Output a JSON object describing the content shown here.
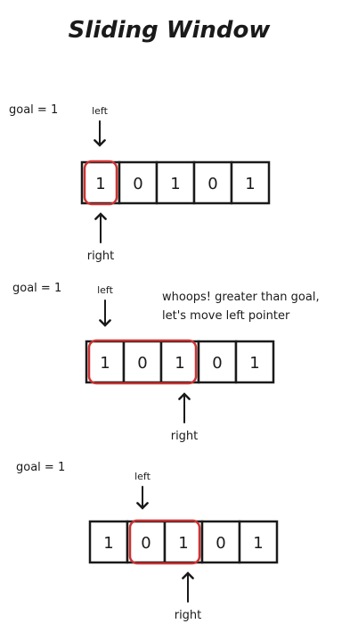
{
  "title": "Sliding Window",
  "colors": {
    "ink": "#1a1a1a",
    "window_highlight": "#cc3333",
    "background": "#ffffff"
  },
  "steps": [
    {
      "goal_label": "goal = 1",
      "cells": [
        "1",
        "0",
        "1",
        "0",
        "1"
      ],
      "window": [
        0,
        0
      ],
      "left_label": "left",
      "right_label": "right",
      "note": []
    },
    {
      "goal_label": "goal = 1",
      "cells": [
        "1",
        "0",
        "1",
        "0",
        "1"
      ],
      "window": [
        0,
        2
      ],
      "left_label": "left",
      "right_label": "right",
      "note": [
        "whoops! greater than goal,",
        "let's move left pointer"
      ]
    },
    {
      "goal_label": "goal = 1",
      "cells": [
        "1",
        "0",
        "1",
        "0",
        "1"
      ],
      "window": [
        1,
        2
      ],
      "left_label": "left",
      "right_label": "right",
      "note": []
    }
  ]
}
